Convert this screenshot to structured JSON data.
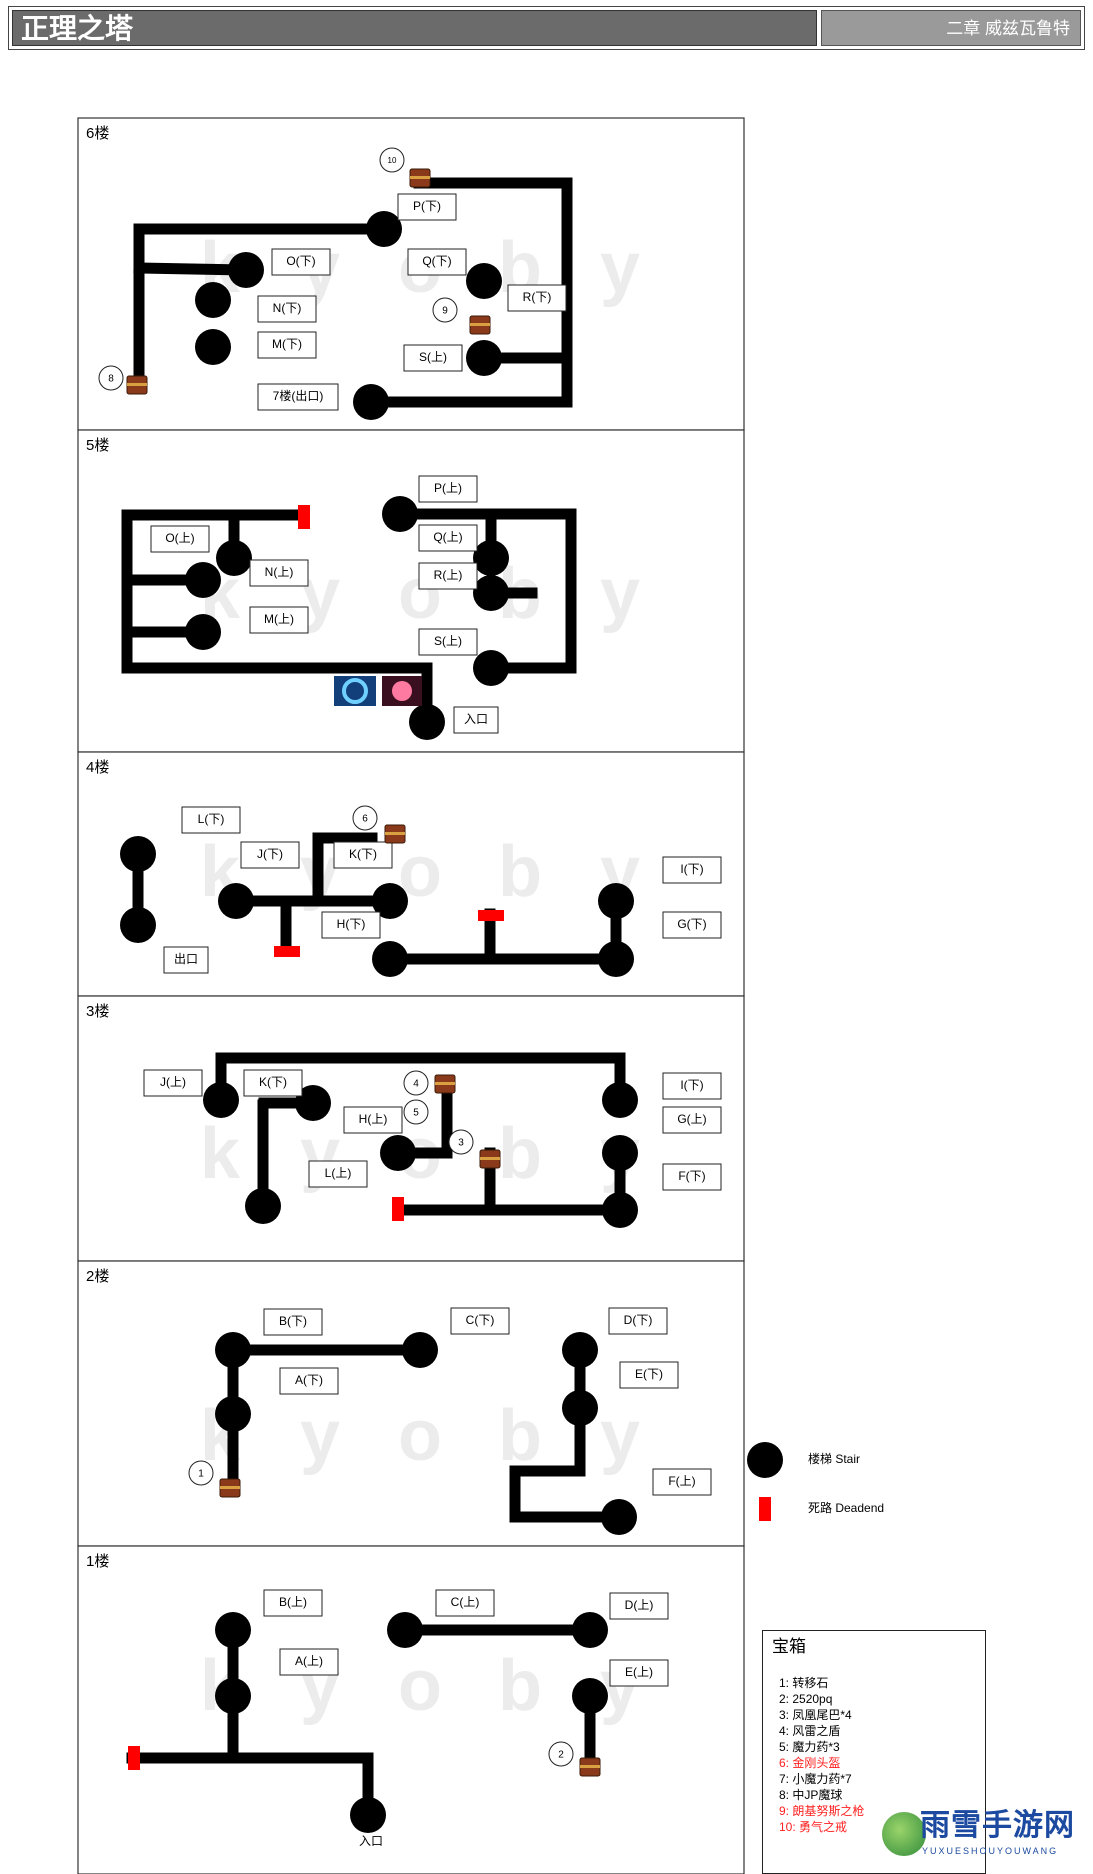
{
  "header": {
    "title": "正理之塔",
    "chapter": "二章 威兹瓦鲁特"
  },
  "floors": [
    {
      "id": "6",
      "label": "6楼",
      "stairs": [
        "O(下)",
        "N(下)",
        "M(下)",
        "P(下)",
        "Q(下)",
        "R(下)",
        "S(上)",
        "7楼(出口)"
      ],
      "chests": [
        "8",
        "9",
        "10"
      ]
    },
    {
      "id": "5",
      "label": "5楼",
      "stairs": [
        "O(上)",
        "N(上)",
        "M(上)",
        "P(上)",
        "Q(上)",
        "R(上)",
        "S(上)",
        "入口"
      ],
      "chests": []
    },
    {
      "id": "4",
      "label": "4楼",
      "stairs": [
        "L(下)",
        "出口",
        "J(下)",
        "K(下)",
        "H(下)",
        "I(下)",
        "G(下)"
      ],
      "chests": [
        "6"
      ]
    },
    {
      "id": "3",
      "label": "3楼",
      "stairs": [
        "J(上)",
        "K(下)",
        "L(上)",
        "H(上)",
        "I(下)",
        "G(上)",
        "F(下)"
      ],
      "chests": [
        "4",
        "5",
        "3"
      ]
    },
    {
      "id": "2",
      "label": "2楼",
      "stairs": [
        "B(下)",
        "A(下)",
        "C(下)",
        "D(下)",
        "E(下)",
        "F(上)"
      ],
      "chests": [
        "1"
      ]
    },
    {
      "id": "1",
      "label": "1楼",
      "stairs": [
        "B(上)",
        "A(上)",
        "入口",
        "C(上)",
        "D(上)",
        "E(上)"
      ],
      "chests": [
        "2"
      ]
    }
  ],
  "legend": {
    "stair": "楼梯 Stair",
    "deadend": "死路 Deadend"
  },
  "chest_list": {
    "title": "宝箱",
    "items": [
      {
        "text": "1: 转移石",
        "highlight": false
      },
      {
        "text": "2: 2520pq",
        "highlight": false
      },
      {
        "text": "3: 凤凰尾巴*4",
        "highlight": false
      },
      {
        "text": "4: 风雷之盾",
        "highlight": false
      },
      {
        "text": "5: 魔力药*3",
        "highlight": false
      },
      {
        "text": "6: 金刚头盔",
        "highlight": true
      },
      {
        "text": "7: 小魔力药*7",
        "highlight": false
      },
      {
        "text": "8: 中JP魔球",
        "highlight": false
      },
      {
        "text": "9: 朗基努斯之枪",
        "highlight": true
      },
      {
        "text": "10: 勇气之戒",
        "highlight": true
      }
    ]
  },
  "watermark": {
    "text": "雨雪手游网",
    "sub": "YUXUESHOUYOUWANG"
  },
  "colors": {
    "path": "#000000",
    "deadend": "#ff0000",
    "highlight": "#ff2020",
    "title_bar": "#6b6b6b",
    "chest": "#8a3a1a"
  }
}
